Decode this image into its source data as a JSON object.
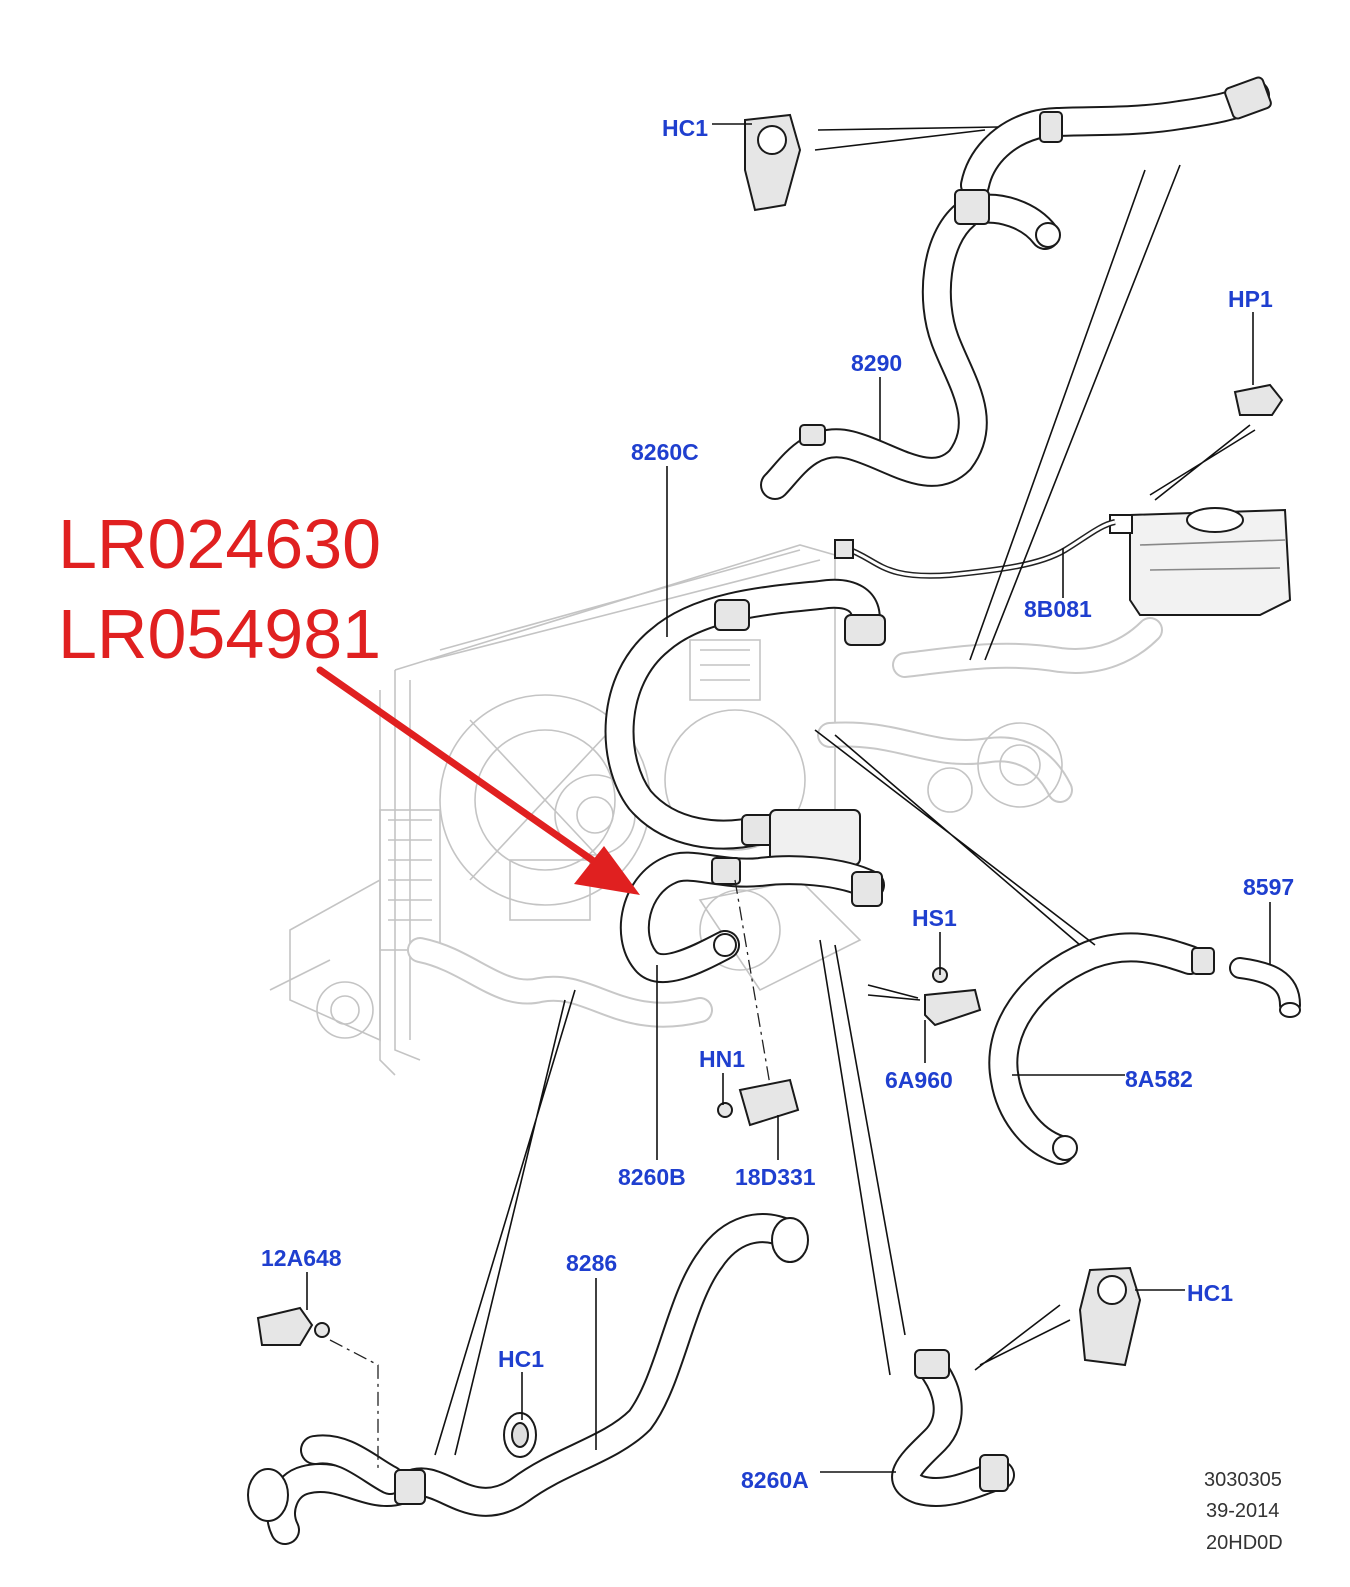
{
  "highlight": {
    "part_numbers": [
      "LR024630",
      "LR054981"
    ],
    "color": "#e02020"
  },
  "callout_color": "#1f3fcf",
  "callouts": {
    "hc1_top": "HC1",
    "hp1": "HP1",
    "p8290": "8290",
    "p8260c": "8260C",
    "p8b081": "8B081",
    "p8597": "8597",
    "hs1": "HS1",
    "p6a960": "6A960",
    "p8a582": "8A582",
    "hn1": "HN1",
    "p8260b": "8260B",
    "p18d331": "18D331",
    "p12a648": "12A648",
    "p8286": "8286",
    "hc1_mid": "HC1",
    "hc1_right": "HC1",
    "p8260a": "8260A"
  },
  "reference_block": [
    "3030305",
    "39-2014",
    "20HD0D"
  ]
}
